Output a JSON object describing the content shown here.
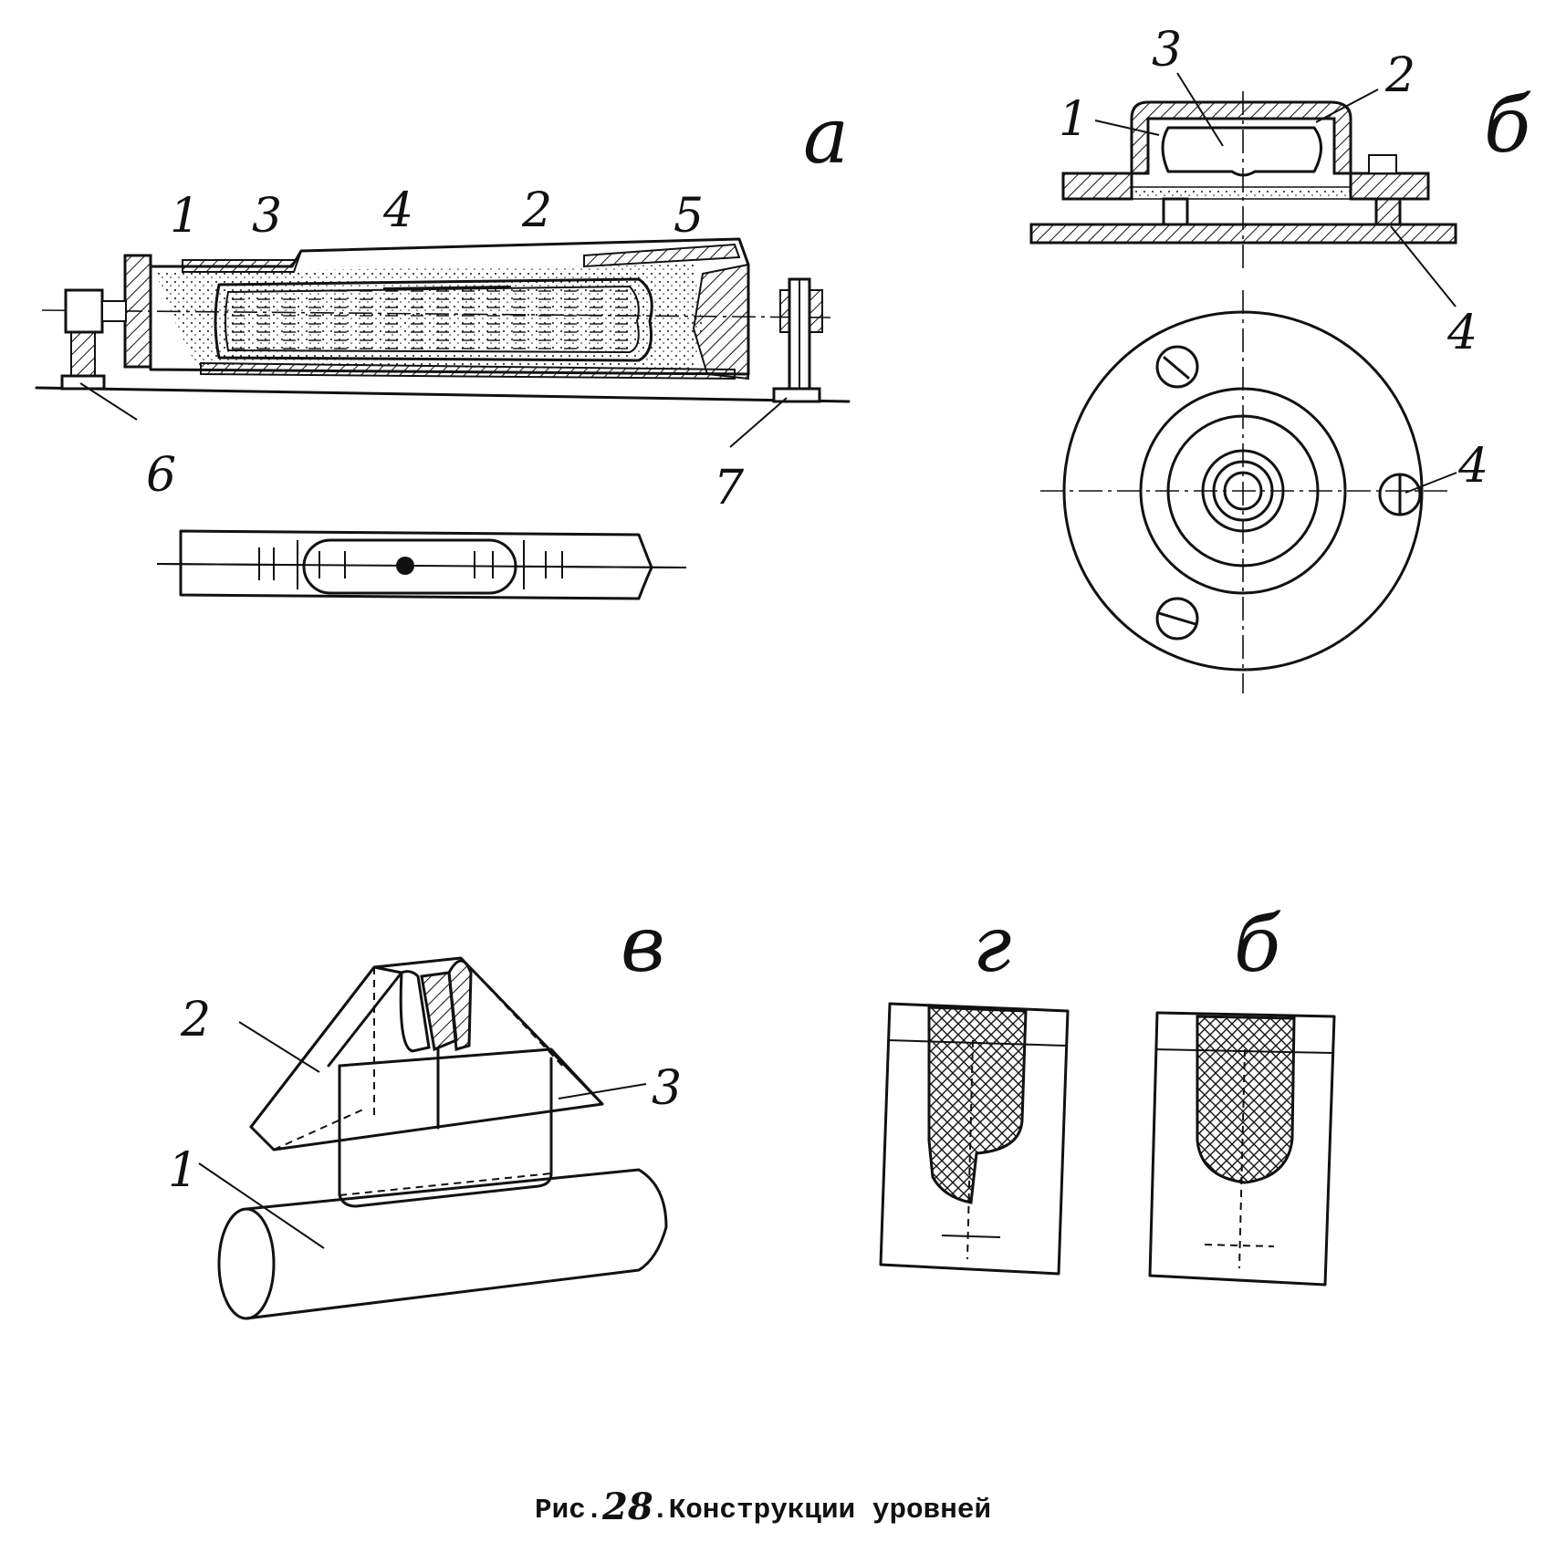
{
  "caption": {
    "prefix": "Рис.",
    "number": "28",
    "text": ".Конструкции уровней"
  },
  "panel_a": {
    "letter": "а",
    "labels": [
      "1",
      "3",
      "4",
      "2",
      "5",
      "6",
      "7"
    ]
  },
  "panel_b": {
    "letter": "б",
    "labels": [
      "3",
      "2",
      "1",
      "4",
      "4"
    ]
  },
  "panel_v": {
    "letter": "в",
    "labels": [
      "2",
      "3",
      "1"
    ]
  },
  "panel_g": {
    "letter": "г"
  },
  "panel_d": {
    "letter": "б"
  }
}
